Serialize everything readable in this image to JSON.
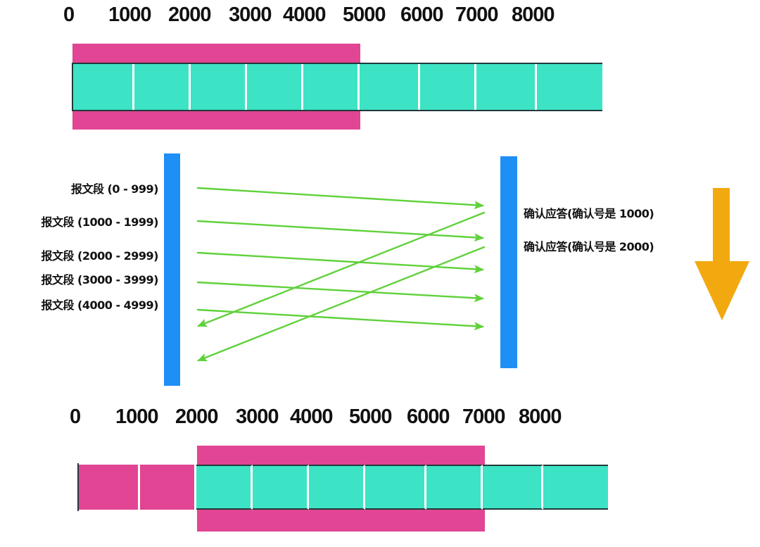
{
  "top_scale": {
    "ticks": [
      "0",
      "1000",
      "2000",
      "3000",
      "4000",
      "5000",
      "6000",
      "7000",
      "8000"
    ]
  },
  "top_buffer": {
    "cells": [
      {
        "range": "0-999",
        "state": "in-window"
      },
      {
        "range": "1000-1999",
        "state": "in-window"
      },
      {
        "range": "2000-2999",
        "state": "in-window"
      },
      {
        "range": "3000-3999",
        "state": "in-window"
      },
      {
        "range": "4000-4999",
        "state": "in-window"
      },
      {
        "range": "5000-5999",
        "state": "pending"
      },
      {
        "range": "6000-6999",
        "state": "pending"
      },
      {
        "range": "7000-7999",
        "state": "pending"
      },
      {
        "range": "8000-",
        "state": "pending"
      }
    ],
    "window": {
      "start": 0,
      "end": 5000
    }
  },
  "sender": {
    "segments": [
      {
        "label": "报文段 (0 - 999)"
      },
      {
        "label": "报文段 (1000 - 1999)"
      },
      {
        "label": "报文段 (2000 - 2999)"
      },
      {
        "label": "报文段 (3000 - 3999)"
      },
      {
        "label": "报文段 (4000 - 4999)"
      }
    ]
  },
  "receiver": {
    "acks": [
      {
        "label": "确认应答(确认号是 1000)"
      },
      {
        "label": "确认应答(确认号是 2000)"
      }
    ]
  },
  "bottom_scale": {
    "ticks": [
      "0",
      "1000",
      "2000",
      "3000",
      "4000",
      "5000",
      "6000",
      "7000",
      "8000"
    ]
  },
  "bottom_buffer": {
    "cells": [
      {
        "range": "0-999",
        "state": "acked"
      },
      {
        "range": "1000-1999",
        "state": "acked"
      },
      {
        "range": "2000-2999",
        "state": "in-window"
      },
      {
        "range": "3000-3999",
        "state": "in-window"
      },
      {
        "range": "4000-4999",
        "state": "in-window"
      },
      {
        "range": "5000-5999",
        "state": "in-window"
      },
      {
        "range": "6000-6999",
        "state": "in-window"
      },
      {
        "range": "7000-7999",
        "state": "pending"
      },
      {
        "range": "8000-",
        "state": "pending"
      }
    ],
    "window": {
      "start": 2000,
      "end": 7000
    }
  },
  "colors": {
    "window": "#e14594",
    "buffer": "#3de3c5",
    "host_bar": "#1e8ff5",
    "arrow": "#5fd13a",
    "down_arrow": "#f2a90f"
  },
  "icons": {
    "transition": "down-arrow-icon"
  }
}
